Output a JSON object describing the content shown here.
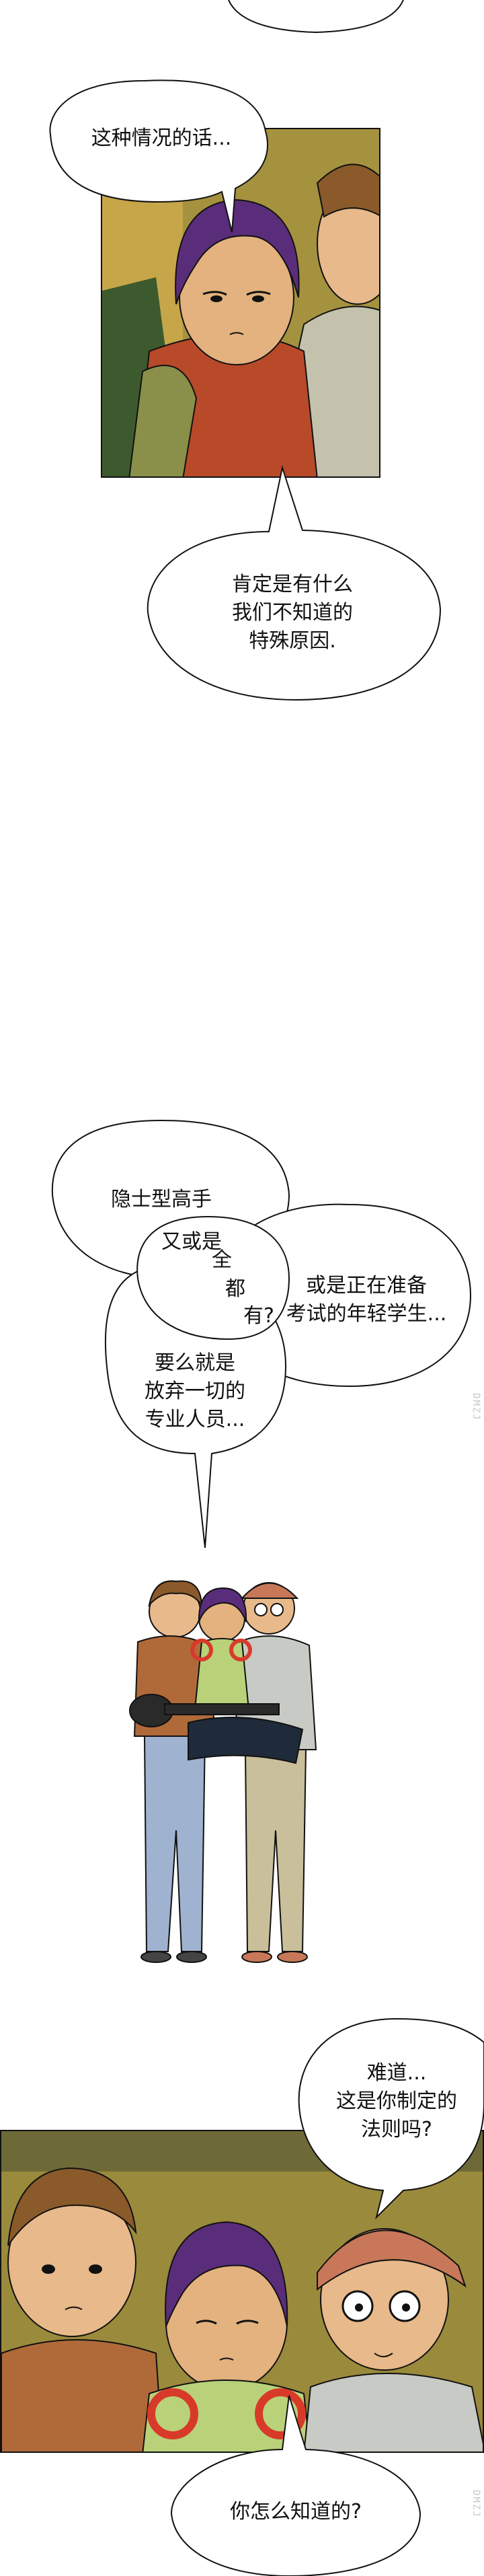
{
  "bubbles": {
    "b1": "这种情况的话...",
    "b2": "肯定是有什么\n我们不知道的\n特殊原因.",
    "b3": "隐士型高手",
    "b4": "或是正在准备\n考试的年轻学生...",
    "b5a": "又或是",
    "b5b": "全",
    "b5c": "都",
    "b5d": "有?",
    "b6": "要么就是\n放弃一切的\n专业人员...",
    "b7": "难道...\n这是你制定的\n法则吗?",
    "b8": "你怎么知道的?"
  },
  "watermark": "DMZJ",
  "colors": {
    "skin": "#e8b98a",
    "hair_purple": "#5a2d7a",
    "hair_brown": "#8a5a2a",
    "bg_olive": "#9a8a3c",
    "plaid": "#b9d27a",
    "headphones": "#d83a2a"
  }
}
